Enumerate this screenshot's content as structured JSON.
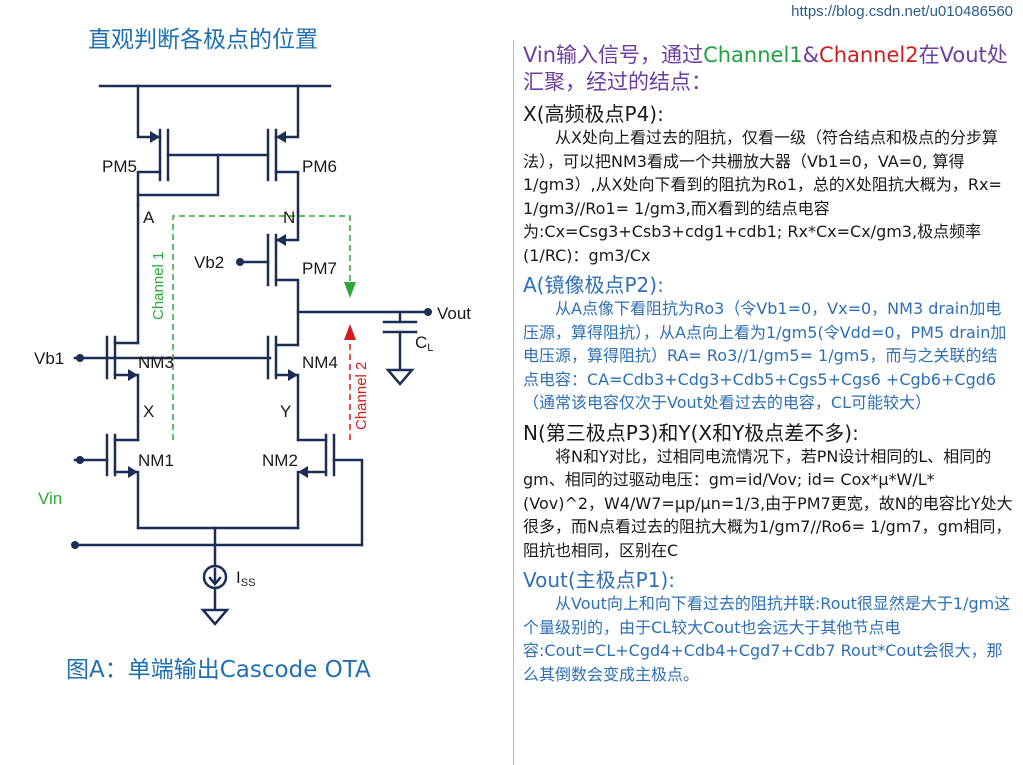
{
  "watermark": "https://blog.csdn.net/u010486560",
  "title": "直观判断各极点的位置",
  "caption": "图A：单端输出Cascode OTA",
  "circuit": {
    "transistors": [
      "PM5",
      "PM6",
      "PM7",
      "NM3",
      "NM4",
      "NM1",
      "NM2"
    ],
    "nodes": [
      "A",
      "N",
      "X",
      "Y"
    ],
    "inputs": [
      "Vb1",
      "Vb2",
      "Vin"
    ],
    "output": "Vout",
    "load_cap": "C",
    "load_cap_sub": "L",
    "tail_source": "I",
    "tail_source_sub": "SS",
    "channel1_label": "Channel 1",
    "channel2_label": "Channel 2",
    "colors": {
      "wire": "#1c2e56",
      "channel1": "#2aa83a",
      "channel2": "#d01c1c"
    }
  },
  "panel": {
    "intro_parts": [
      "Vin输入信号，通过",
      "Channel1",
      "&",
      "Channel2",
      "在Vout处汇聚，经过的结点："
    ],
    "sections": [
      {
        "heading": "X(高频极点P4):",
        "text": "从X处向上看过去的阻抗，仅看一级（符合结点和极点的分步算法），可以把NM3看成一个共栅放大器（Vb1=0，VA=0, 算得1/gm3）,从X处向下看到的阻抗为Ro1，总的X处阻抗大概为，Rx= 1/gm3//Ro1= 1/gm3,而X看到的结点电容为:Cx=Csg3+Csb3+cdg1+cdb1; Rx*Cx=Cx/gm3,极点频率(1/RC)：gm3/Cx"
      },
      {
        "heading": "A(镜像极点P2):",
        "text": "从A点像下看阻抗为Ro3（令Vb1=0，Vx=0，NM3 drain加电压源，算得阻抗），从A点向上看为1/gm5(令Vdd=0，PM5 drain加电压源，算得阻抗）RA= Ro3//1/gm5= 1/gm5，而与之关联的结点电容：CA=Cdb3+Cdg3+Cdb5+Cgs5+Cgs6 +Cgb6+Cgd6（通常该电容仅次于Vout处看过去的电容，CL可能较大）"
      },
      {
        "heading": "N(第三极点P3)和Y(X和Y极点差不多):",
        "text": "将N和Y对比，过相同电流情况下，若PN设计相同的L、相同的gm、相同的过驱动电压：gm=id/Vov;   id= Cox*μ*W/L*(Vov)^2，W4/W7=μp/μn=1/3,由于PM7更宽，故N的电容比Y处大很多，而N点看过去的阻抗大概为1/gm7//Ro6= 1/gm7，gm相同，阻抗也相同，区别在C"
      },
      {
        "heading": "Vout(主极点P1):",
        "text": "从Vout向上和向下看过去的阻抗并联:Rout很显然是大于1/gm这个量级别的，由于CL较大Cout也会远大于其他节点电容:Cout=CL+Cgd4+Cdb4+Cgd7+Cdb7 Rout*Cout会很大，那么其倒数会变成主极点。"
      }
    ]
  }
}
